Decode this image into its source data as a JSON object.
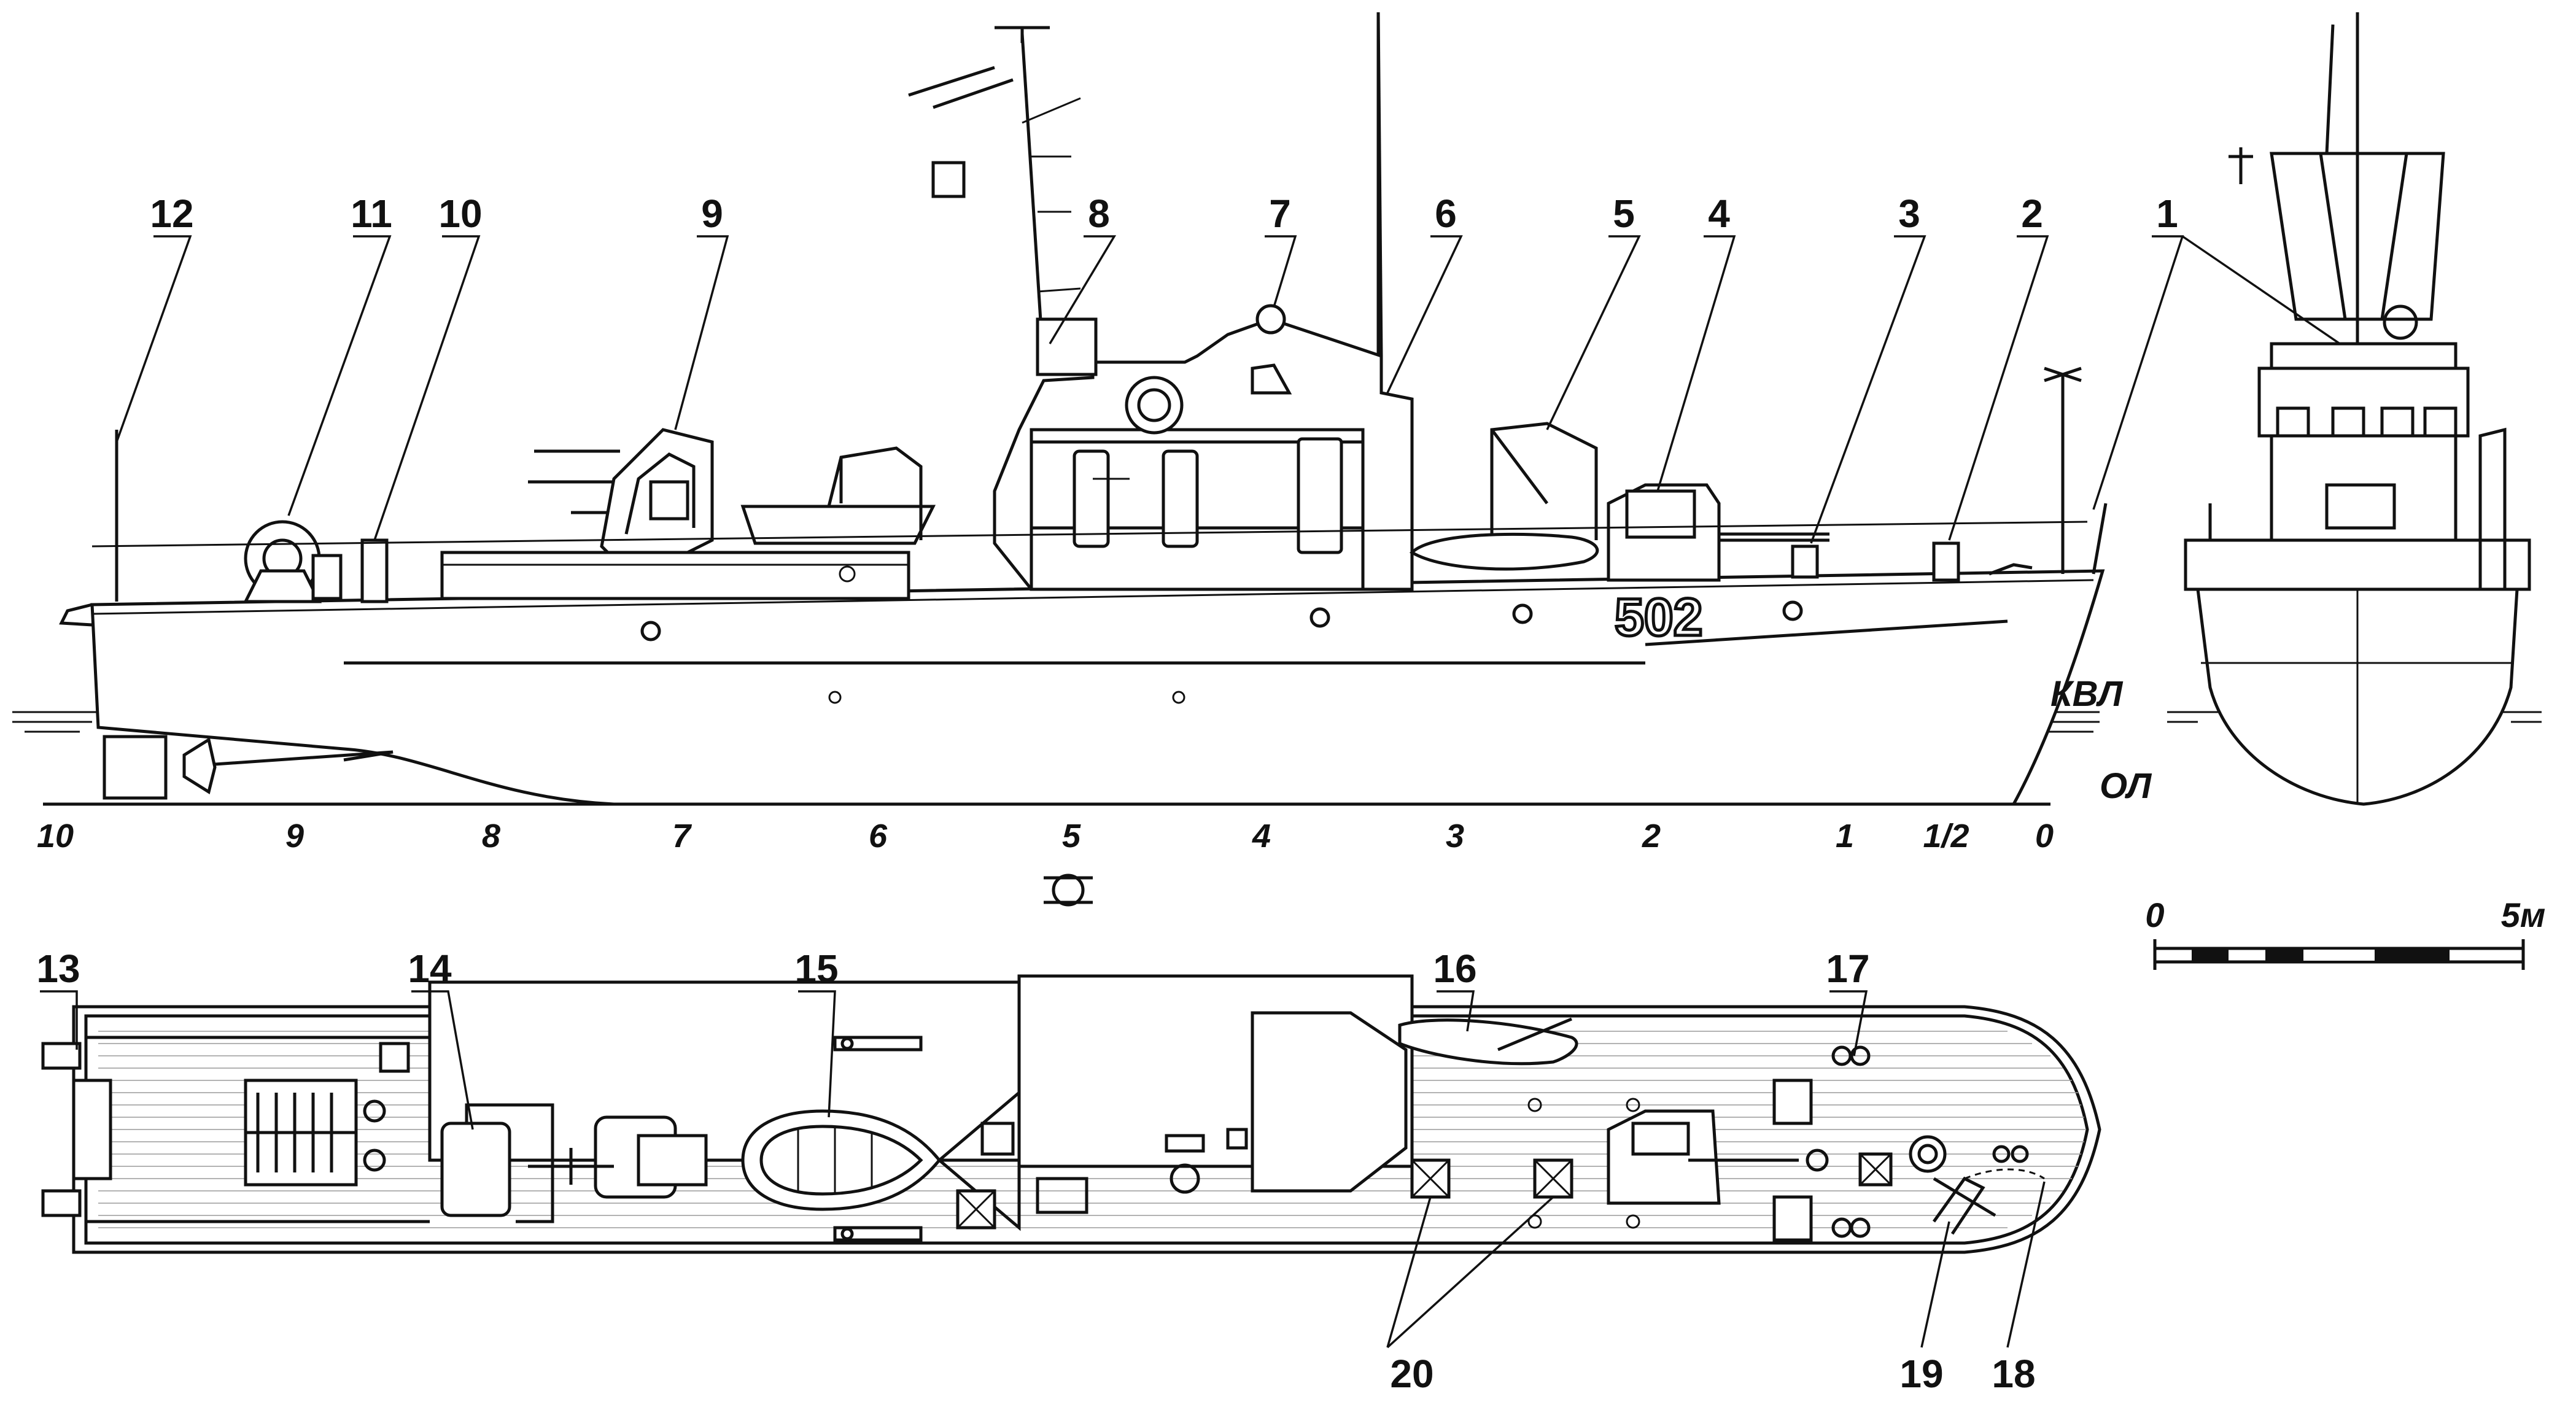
{
  "callouts": {
    "c1": "1",
    "c2": "2",
    "c3": "3",
    "c4": "4",
    "c5": "5",
    "c6": "6",
    "c7": "7",
    "c8": "8",
    "c9": "9",
    "c10": "10",
    "c11": "11",
    "c12": "12",
    "c13": "13",
    "c14": "14",
    "c15": "15",
    "c16": "16",
    "c17": "17",
    "c18": "18",
    "c19": "19",
    "c20": "20"
  },
  "waterlines": {
    "design": "КВЛ",
    "base": "ОЛ"
  },
  "stations": [
    "10",
    "9",
    "8",
    "7",
    "6",
    "5",
    "4",
    "3",
    "2",
    "1",
    "1/2",
    "0"
  ],
  "hull_number": "502",
  "scale_bar": {
    "start": "0",
    "end": "5м"
  },
  "colors": {
    "ink": "#111111",
    "paper": "#ffffff",
    "deck_planking": "#9a9a9a"
  }
}
